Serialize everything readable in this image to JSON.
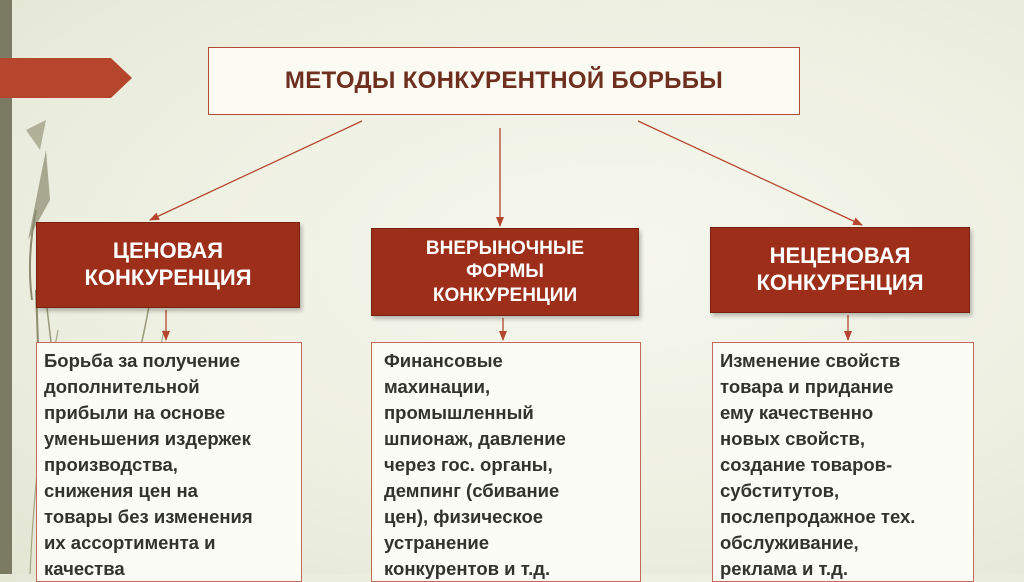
{
  "title": "МЕТОДЫ КОНКУРЕНТНОЙ БОРЬБЫ",
  "categories": [
    {
      "label": "ЦЕНОВАЯ\nКОНКУРЕНЦИЯ",
      "description": "Борьба за получение\nдополнительной\nприбыли на основе\nуменьшения издержек\nпроизводства,\nснижения цен на\nтовары без изменения\nих ассортимента и\nкачества"
    },
    {
      "label": "ВНЕРЫНОЧНЫЕ\nФОРМЫ\nКОНКУРЕНЦИИ",
      "description": "Финансовые\nмахинации,\nпромышленный\nшпионаж, давление\nчерез гос. органы,\nдемпинг (сбивание\nцен), физическое\nустранение\nконкурентов и т.д."
    },
    {
      "label": "НЕЦЕНОВАЯ\nКОНКУРЕНЦИЯ",
      "description": "Изменение свойств\nтовара и придание\nему качественно\nновых свойств,\nсоздание товаров-\nсубститутов,\nпослепродажное тех.\nобслуживание,\nреклама и т.д."
    }
  ],
  "colors": {
    "accent": "#9c2e1a",
    "arrow": "#b5452c",
    "title_text": "#6e2f1f",
    "body_text": "#33332e"
  }
}
